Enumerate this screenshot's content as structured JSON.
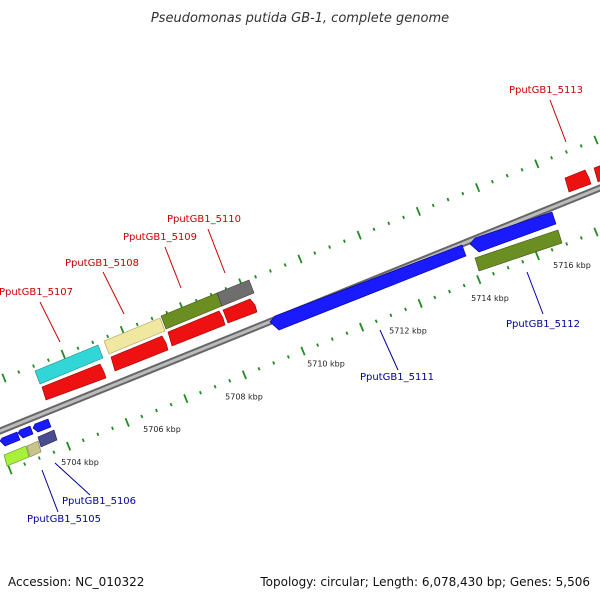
{
  "title": "Pseudomonas putida GB-1, complete genome",
  "footer": {
    "accession": "Accession: NC_010322",
    "summary": "Topology: circular; Length: 6,078,430 bp; Genes: 5,506"
  },
  "colors": {
    "forward_label": "#cc0000",
    "reverse_label": "#000099",
    "tick": "#228b22",
    "backbone": "#888888"
  },
  "axis": {
    "unit": "kbp",
    "labeled_ticks_kbp": [
      5704,
      5706,
      5708,
      5710,
      5712,
      5714,
      5716
    ]
  },
  "genes": [
    {
      "id": "PputGB1_5105",
      "strand": "reverse",
      "kind": "label"
    },
    {
      "id": "PputGB1_5106",
      "strand": "reverse",
      "kind": "label"
    },
    {
      "id": "PputGB1_5107",
      "strand": "forward",
      "kind": "label"
    },
    {
      "id": "PputGB1_5108",
      "strand": "forward",
      "kind": "label"
    },
    {
      "id": "PputGB1_5109",
      "strand": "forward",
      "kind": "label"
    },
    {
      "id": "PputGB1_5110",
      "strand": "forward",
      "kind": "label"
    },
    {
      "id": "PputGB1_5111",
      "strand": "reverse",
      "kind": "label"
    },
    {
      "id": "PputGB1_5112",
      "strand": "reverse",
      "kind": "label"
    },
    {
      "id": "PputGB1_5113",
      "strand": "forward",
      "kind": "label"
    }
  ]
}
